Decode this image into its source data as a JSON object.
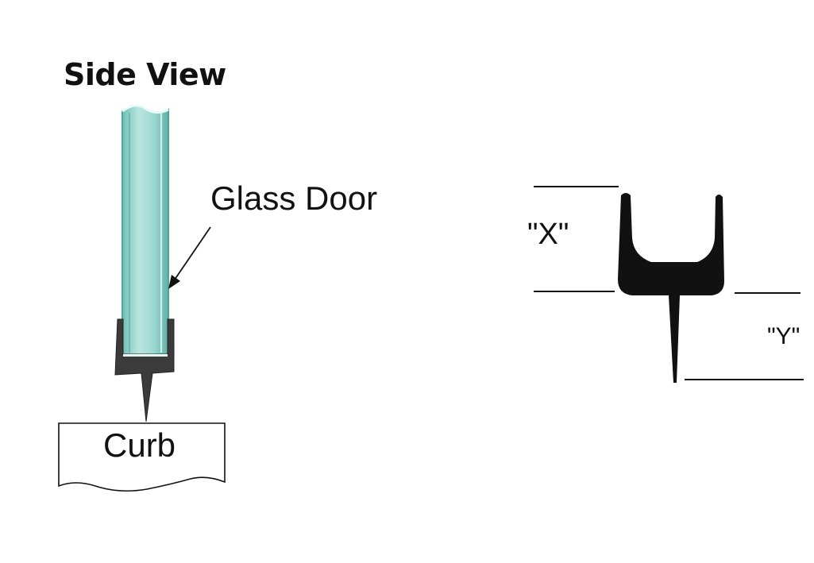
{
  "diagram": {
    "title": "Side View",
    "glass_label": "Glass Door",
    "curb_label": "Curb",
    "dimension_x_label": "\"X\"",
    "dimension_y_label": "\"Y\""
  },
  "colors": {
    "glass_fill": "#8ed1c8",
    "glass_edge": "#4aa79c",
    "seal_fill": "#3b3b3b",
    "profile_fill": "#111111",
    "line": "#111111",
    "background": "#ffffff"
  }
}
